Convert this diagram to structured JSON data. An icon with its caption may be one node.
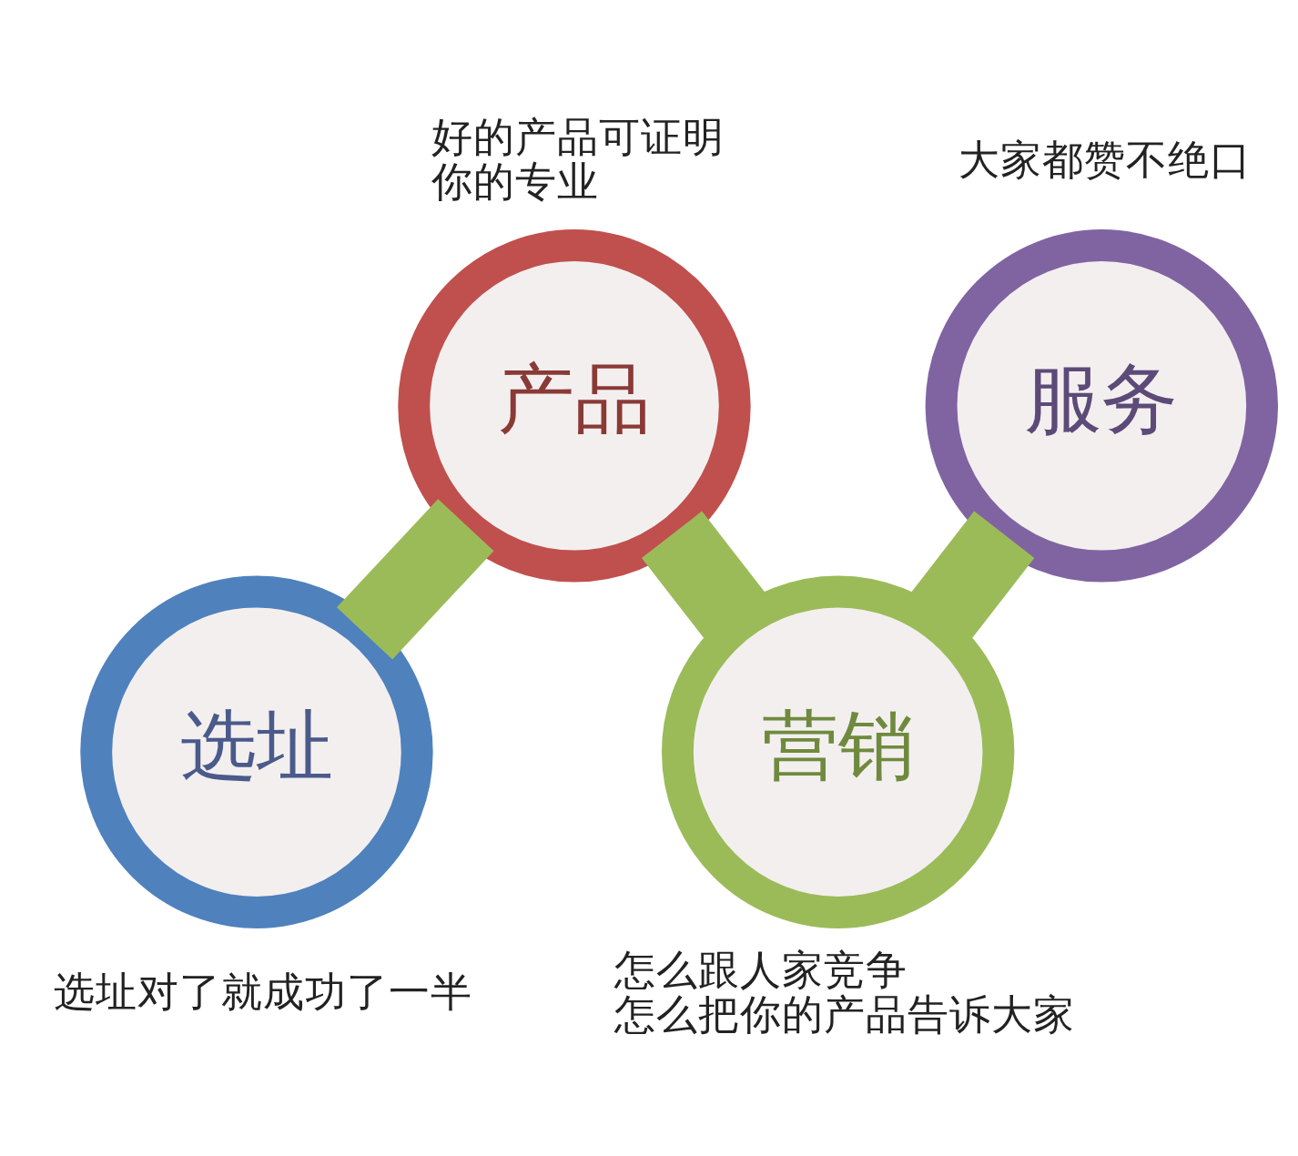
{
  "diagram": {
    "nodes": [
      {
        "text": [
          "选址"
        ],
        "beside": [
          "选址对了就成功了一半"
        ]
      },
      {
        "text": [
          "产品"
        ],
        "beside": [
          "好的产品可证明你的专业"
        ]
      },
      {
        "text": [
          "营销"
        ],
        "beside": [
          "怎么跟人家竞争",
          "怎么把你的产品告诉大家"
        ]
      },
      {
        "text": [
          "服务"
        ],
        "beside": [
          "大家都赞不绝口"
        ]
      }
    ],
    "edges": [
      {
        "from": 0,
        "to": 1,
        "arrow": "none"
      },
      {
        "from": 1,
        "to": 2,
        "arrow": "none"
      },
      {
        "from": 2,
        "to": 3,
        "arrow": "none"
      }
    ]
  }
}
